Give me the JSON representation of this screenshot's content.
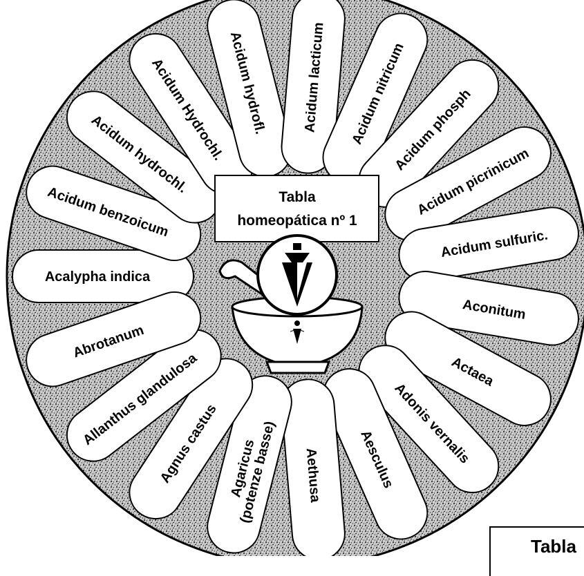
{
  "title": {
    "line1": "Tabla",
    "line2": "homeopática nº 1"
  },
  "remedies": [
    {
      "label": "Acalypha indica"
    },
    {
      "label": "Acidum benzoicum"
    },
    {
      "label": "Acidum hydrochl."
    },
    {
      "label": "Acidum Hydrochl."
    },
    {
      "label": "Acidum hydrofl."
    },
    {
      "label": "Acidum lacticum"
    },
    {
      "label": "Acidum nitricum"
    },
    {
      "label": "Acidum phosph"
    },
    {
      "label": "Acidum picrinicum"
    },
    {
      "label": "Acidum sulfuric."
    },
    {
      "label": "Aconitum"
    },
    {
      "label": "Actaea"
    },
    {
      "label": "Adonis vernalis"
    },
    {
      "label": "Aesculus"
    },
    {
      "label": "Aethusa"
    },
    {
      "label": "Agaricus",
      "sublabel": "(potenze basse)"
    },
    {
      "label": "Agnus castus"
    },
    {
      "label": "Allanthus glandulosa"
    },
    {
      "label": "Abrotanum"
    }
  ],
  "corner_label": "Tabla",
  "colors": {
    "ink": "#000000",
    "paper": "#ffffff",
    "ring": "#9a9a9a"
  },
  "icons": [
    "pendulum-icon",
    "mortar-and-pestle-icon",
    "pendulum-tip-icon"
  ]
}
